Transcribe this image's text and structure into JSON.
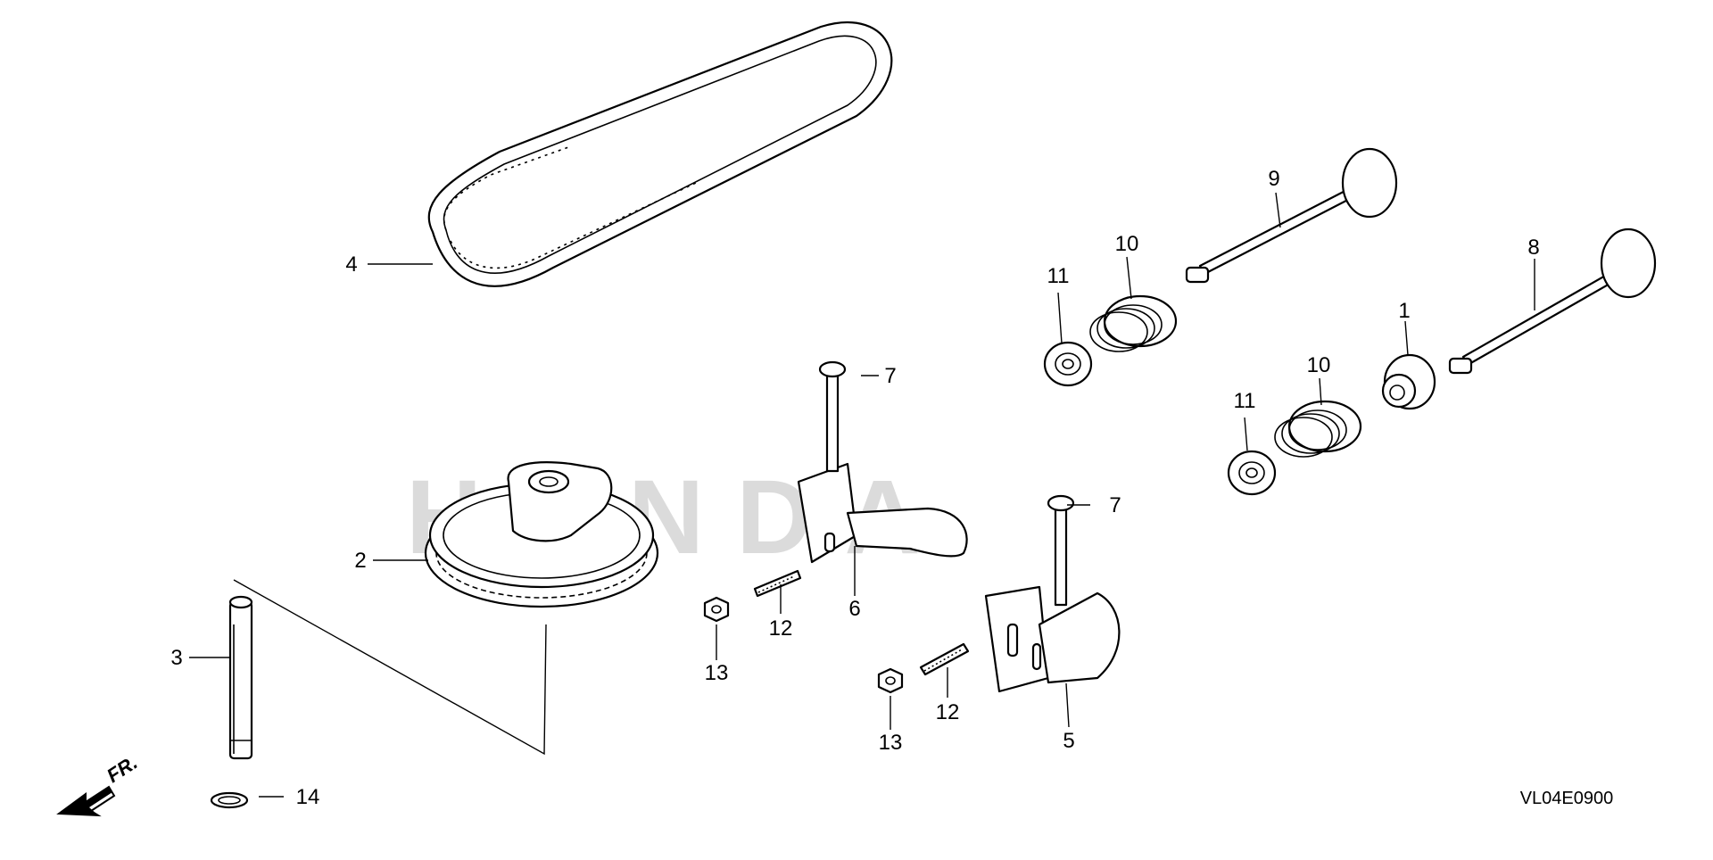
{
  "diagram": {
    "watermark": "HONDA",
    "code": "VL04E0900",
    "front_label": "FR.",
    "callouts": [
      {
        "id": "c1",
        "label": "1"
      },
      {
        "id": "c2",
        "label": "2"
      },
      {
        "id": "c3",
        "label": "3"
      },
      {
        "id": "c4",
        "label": "4"
      },
      {
        "id": "c5",
        "label": "5"
      },
      {
        "id": "c6",
        "label": "6"
      },
      {
        "id": "c7a",
        "label": "7"
      },
      {
        "id": "c7b",
        "label": "7"
      },
      {
        "id": "c8",
        "label": "8"
      },
      {
        "id": "c9",
        "label": "9"
      },
      {
        "id": "c10a",
        "label": "10"
      },
      {
        "id": "c10b",
        "label": "10"
      },
      {
        "id": "c11a",
        "label": "11"
      },
      {
        "id": "c11b",
        "label": "11"
      },
      {
        "id": "c12a",
        "label": "12"
      },
      {
        "id": "c12b",
        "label": "12"
      },
      {
        "id": "c13a",
        "label": "13"
      },
      {
        "id": "c13b",
        "label": "13"
      },
      {
        "id": "c14",
        "label": "14"
      }
    ]
  }
}
